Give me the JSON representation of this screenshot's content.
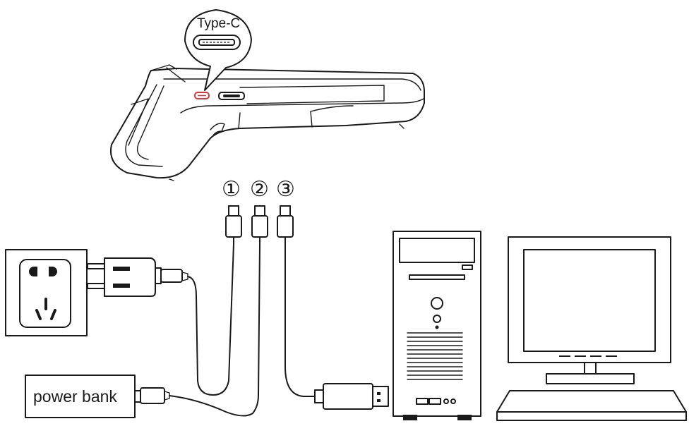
{
  "port_callout": {
    "label": "Type-C"
  },
  "cables": [
    {
      "number": "①"
    },
    {
      "number": "②"
    },
    {
      "number": "③"
    }
  ],
  "power_bank": {
    "label": "power bank"
  },
  "colors": {
    "line": "#1a1a1a",
    "port_highlight": "#e0343c",
    "background": "#ffffff"
  }
}
